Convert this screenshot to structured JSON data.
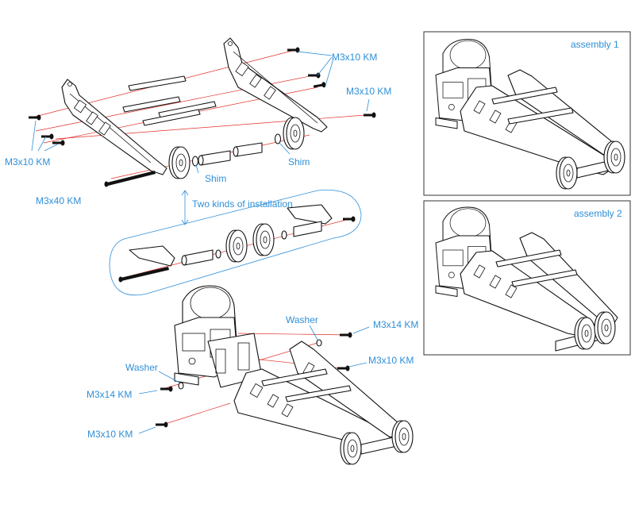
{
  "labels": {
    "m3x10_top_right": "M3x10 KM",
    "m3x10_right": "M3x10 KM",
    "m3x10_left": "M3x10 KM",
    "m3x40": "M3x40 KM",
    "shim_a": "Shim",
    "shim_b": "Shim",
    "two_kinds": "Two kinds of installation",
    "washer_right": "Washer",
    "m3x14_right": "M3x14 KM",
    "m3x10_lower_right": "M3x10 KM",
    "washer_left": "Washer",
    "m3x14_left": "M3x14 KM",
    "m3x10_bottom_left": "M3x10 KM"
  },
  "panels": {
    "assembly_1": "assembly 1",
    "assembly_2": "assembly 2"
  },
  "colors": {
    "label": "#2f8fd8",
    "leader": "#e0302a",
    "outline": "#111111"
  }
}
